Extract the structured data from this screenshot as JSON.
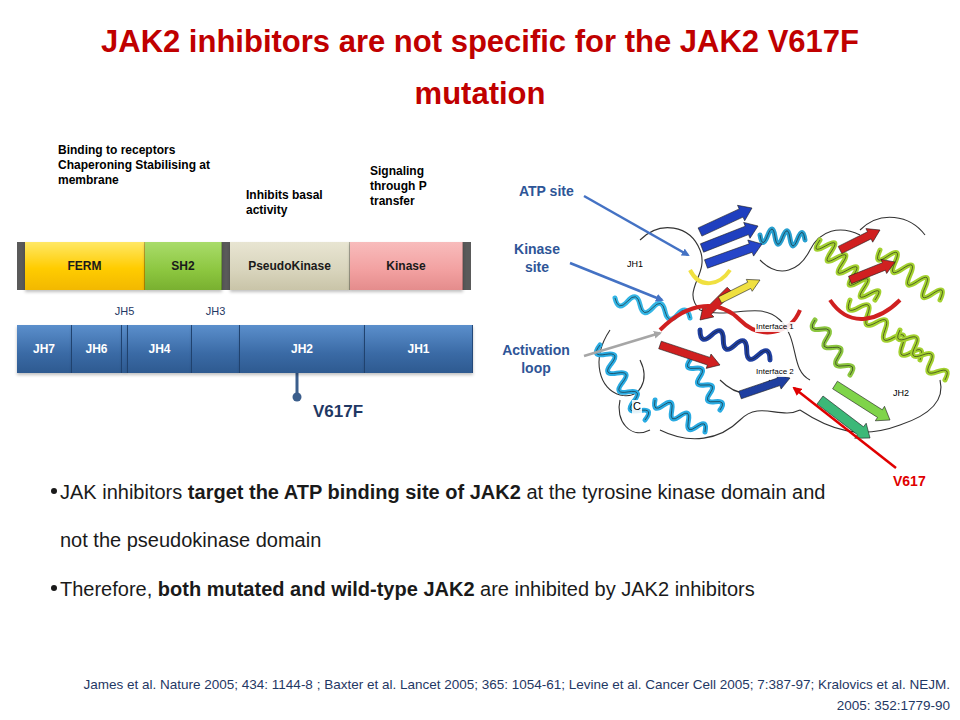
{
  "diagram": {
    "title": "JAK2 inhibitors are not specific for the JAK2 V617F mutation",
    "nodes": [
      {
        "text": [
          "FERM"
        ]
      },
      {
        "text": [
          "SH2"
        ]
      },
      {
        "text": [
          "PseudoKinase"
        ]
      },
      {
        "text": [
          "Kinase"
        ]
      },
      {
        "text": [
          "JH7"
        ]
      },
      {
        "text": [
          "JH6"
        ]
      },
      {
        "text": [
          "JH5"
        ]
      },
      {
        "text": [
          "JH4"
        ]
      },
      {
        "text": [
          "JH3"
        ]
      },
      {
        "text": [
          "JH2"
        ]
      },
      {
        "text": [
          "JH1"
        ]
      }
    ],
    "labels": [
      "Binding to receptors Chaperoning Stabilising at membrane",
      "Inhibits basal activity",
      "Signaling through P transfer",
      "V617F",
      "ATP site",
      "Kinase site",
      "Activation loop",
      "V617",
      "JH1",
      "Interface 1",
      "Interface 2",
      "JH2",
      "C",
      "JAK inhibitors",
      "target the ATP binding site of JAK2",
      "at the tyrosine kinase domain and not the pseudokinase domain",
      "Therefore,",
      "both mutated and wild-type JAK2",
      "are inhibited by JAK2 inhibitors",
      "James et al. Nature 2005; 434: 1144-8 ; Baxter et al. Lancet 2005; 365: 1054-61; Levine et al. Cancer Cell 2005; 7:387-97; Kralovics et al. NEJM. 2005: 352:1779-90"
    ]
  }
}
